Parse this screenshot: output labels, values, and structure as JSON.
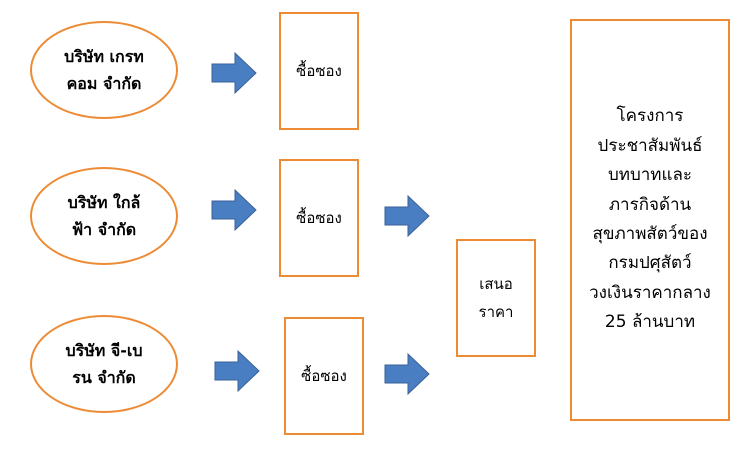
{
  "companies": [
    {
      "label": "บริษัท เกรท\nคอม จำกัด"
    },
    {
      "label": "บริษัท ใกล้\nฟ้า จำกัด"
    },
    {
      "label": "บริษัท จี-เบ\nรน จำกัด"
    }
  ],
  "buy": [
    {
      "label": "ซื้อซอง"
    },
    {
      "label": "ซื้อซอง"
    },
    {
      "label": "ซื้อซอง"
    }
  ],
  "offer": {
    "label": "เสนอ\nราคา"
  },
  "project": {
    "label": "โครงการ\nประชาสัมพันธ์\nบทบาทและ\nภารกิจด้าน\nสุขภาพสัตว์ของ\nกรมปศุสัตว์\nวงเงินราคากลาง\n25 ล้านบาท"
  },
  "colors": {
    "border": "#ED8B35",
    "arrow_fill": "#4A7EC2",
    "arrow_stroke": "#3A6199"
  }
}
